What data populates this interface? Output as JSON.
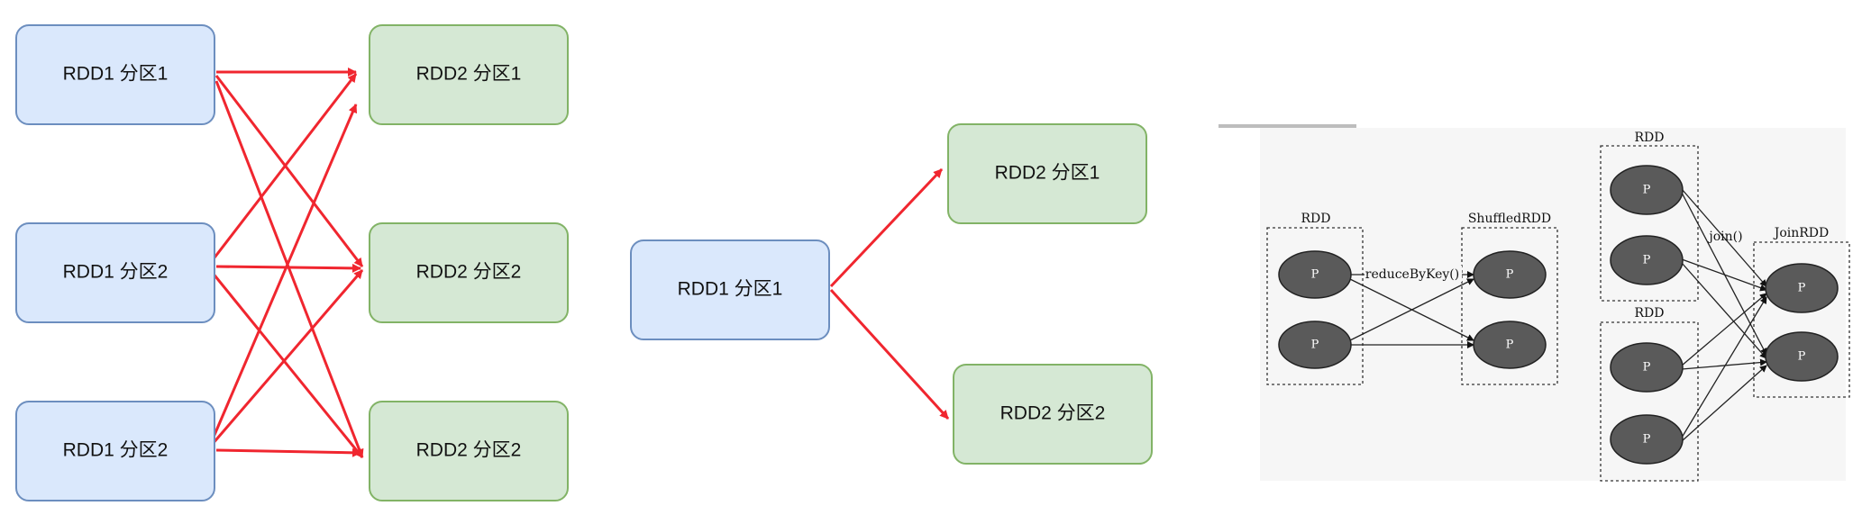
{
  "diagram1": {
    "left": [
      "RDD1 分区1",
      "RDD1 分区2",
      "RDD1 分区2"
    ],
    "right": [
      "RDD2 分区1",
      "RDD2 分区2",
      "RDD2 分区2"
    ]
  },
  "diagram2": {
    "source": "RDD1 分区1",
    "targets": [
      "RDD2 分区1",
      "RDD2 分区2"
    ]
  },
  "diagram3": {
    "reduce": {
      "left_title": "RDD",
      "right_title": "ShuffledRDD",
      "operation": "reduceByKey()",
      "node_label": "P"
    },
    "join": {
      "top_title": "RDD",
      "bottom_title": "RDD",
      "result_title": "JoinRDD",
      "operation": "join()",
      "node_label": "P"
    }
  },
  "colors": {
    "blue_fill": "#dae8fc",
    "blue_stroke": "#6c8ebf",
    "green_fill": "#d5e8d4",
    "green_stroke": "#82b366",
    "arrow_red": "#f0262f",
    "node_gray": "#5a5a5a"
  }
}
